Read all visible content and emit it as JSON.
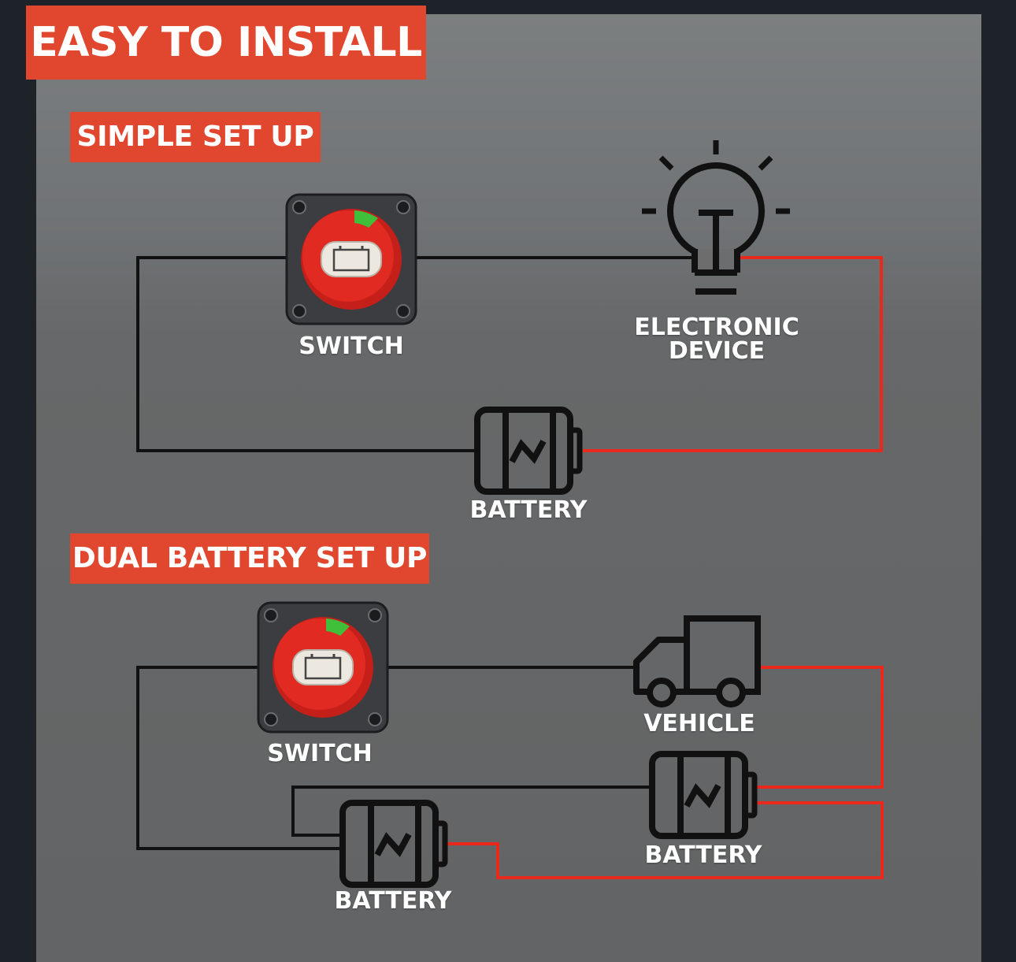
{
  "header": {
    "title": "EASY TO INSTALL"
  },
  "sections": {
    "simple": {
      "title": "SIMPLE SET UP",
      "switch_label": "SWITCH",
      "device_label_line1": "ELECTRONIC",
      "device_label_line2": "DEVICE",
      "battery_label": "BATTERY"
    },
    "dual": {
      "title": "DUAL BATTERY SET UP",
      "switch_label": "SWITCH",
      "vehicle_label": "VEHICLE",
      "battery_right_label": "BATTERY",
      "battery_left_label": "BATTERY"
    }
  },
  "colors": {
    "accent": "#e0472e",
    "wire_negative": "#111111",
    "wire_positive": "#e8291b",
    "switch_knob": "#e02a22",
    "switch_indicator": "#3fbf3a"
  },
  "icons": [
    "rotary-switch-icon",
    "light-bulb-icon",
    "battery-icon",
    "truck-icon"
  ]
}
